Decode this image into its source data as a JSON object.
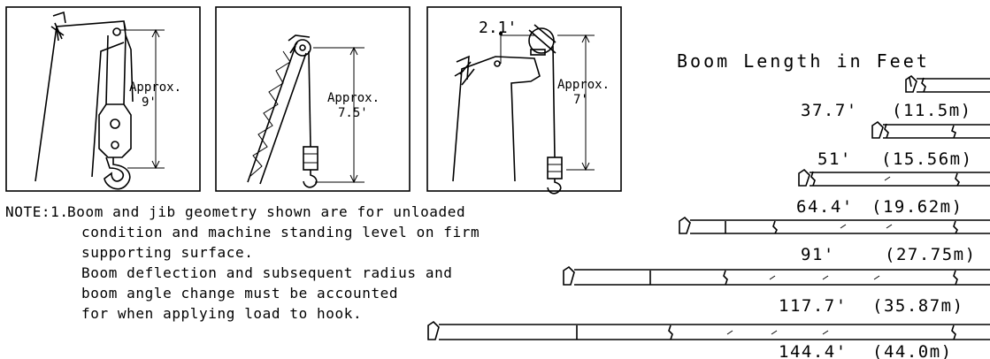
{
  "panels": [
    {
      "label_line1": "Approx.",
      "label_line2": "9'"
    },
    {
      "label_line1": "Approx.",
      "label_line2": "7.5'"
    },
    {
      "label_line1": "Approx.",
      "label_line2": "7'",
      "offset_label": "2.1'"
    }
  ],
  "note": {
    "prefix": "NOTE:1.",
    "lines": [
      "Boom and jib geometry shown are for unloaded",
      "condition and machine standing level on firm",
      "supporting surface.",
      "Boom deflection and subsequent radius and",
      "boom angle change must be accounted",
      "for when applying load to hook."
    ]
  },
  "boom_title": "Boom Length in Feet",
  "booms": [
    {
      "feet": "37.7'",
      "meters": "(11.5m)"
    },
    {
      "feet": "51'",
      "meters": "(15.56m)"
    },
    {
      "feet": "64.4'",
      "meters": "(19.62m)"
    },
    {
      "feet": "91'",
      "meters": "(27.75m)"
    },
    {
      "feet": "117.7'",
      "meters": "(35.87m)"
    },
    {
      "feet": "144.4'",
      "meters": "(44.0m)"
    }
  ]
}
